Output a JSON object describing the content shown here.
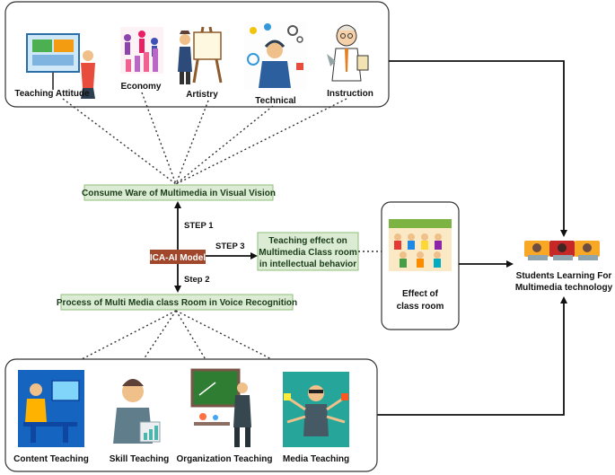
{
  "top_items": [
    {
      "label": "Teaching Attitude",
      "icon": "teacher-whiteboard-icon"
    },
    {
      "label": "Economy",
      "icon": "economy-people-icon"
    },
    {
      "label": "Artistry",
      "icon": "artist-easel-icon"
    },
    {
      "label": "Technical",
      "icon": "technical-support-icon"
    },
    {
      "label": "Instruction",
      "icon": "instructor-icon"
    }
  ],
  "bottom_items": [
    {
      "label": "Content Teaching",
      "icon": "computer-user-icon"
    },
    {
      "label": "Skill Teaching",
      "icon": "skill-person-icon"
    },
    {
      "label": "Organization Teaching",
      "icon": "chalkboard-teacher-icon"
    },
    {
      "label": "Media Teaching",
      "icon": "multitask-person-icon"
    }
  ],
  "boxes": {
    "consume": "Consume Ware of Multimedia in Visual Vision",
    "process": "Process  of Multi Media class Room in Voice Recognition",
    "effect_line1": "Teaching effect on",
    "effect_line2": "Multimedia Class room",
    "effect_line3": "in intellectual behavior",
    "model": "ICA-AI Model"
  },
  "steps": {
    "step1": "STEP 1",
    "step2": "Step 2",
    "step3": "STEP 3"
  },
  "classroom": {
    "line1": "Effect of",
    "line2": "class room",
    "icon": "classroom-students-icon"
  },
  "students": {
    "line1": "Students Learning For",
    "line2": "Multimedia technology",
    "icon": "students-laptops-icon"
  },
  "colors": {
    "box_fill": "#dcebd3",
    "box_stroke": "#8fbf7a",
    "model_fill": "#a0472c"
  }
}
